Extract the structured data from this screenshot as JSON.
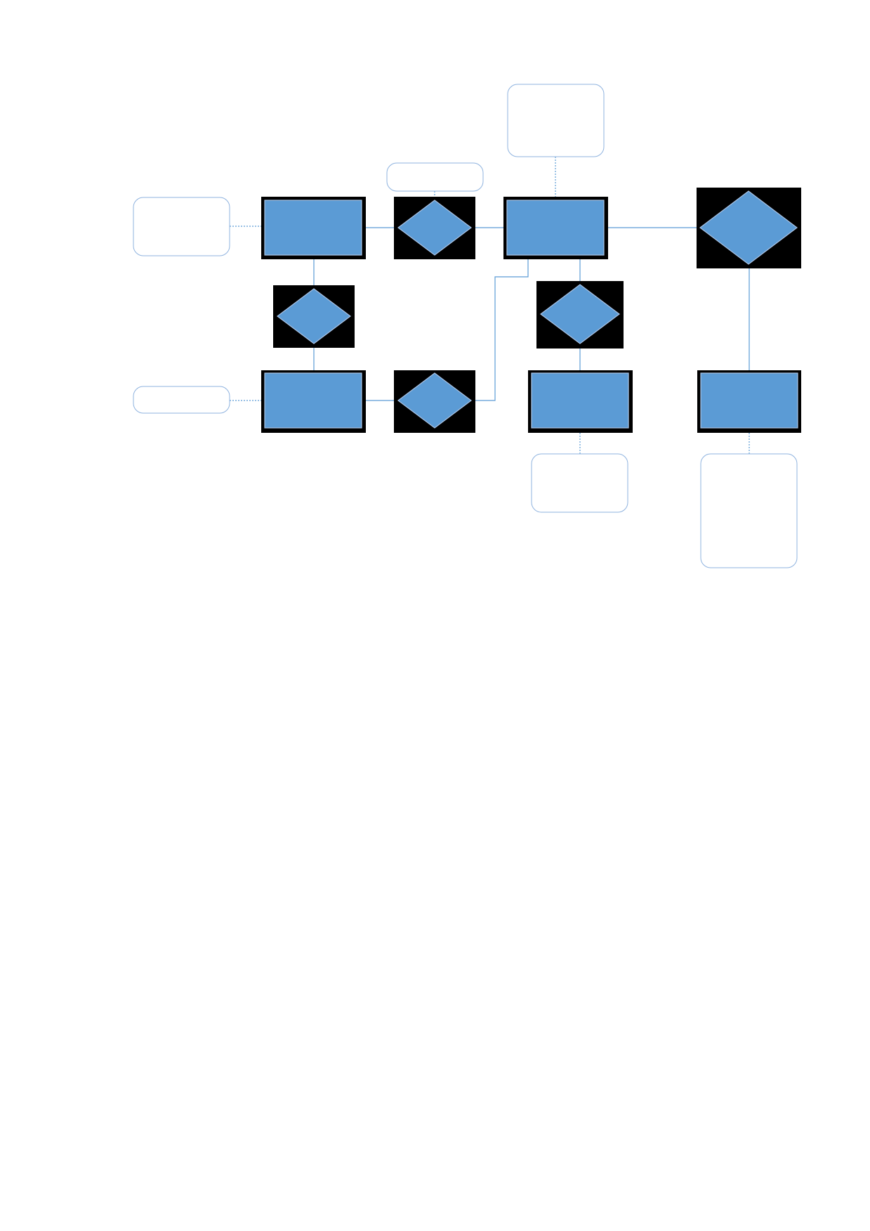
{
  "diagram": {
    "colors": {
      "background": "#ffffff",
      "shape_fill": "#5b9bd5",
      "shape_stroke": "#aac4e6",
      "frame": "#000000",
      "connector": "#5b9bd5",
      "note_stroke": "#8fb3df",
      "note_fill": "#ffffff"
    },
    "nodes": [
      {
        "id": "process-1",
        "shape": "process",
        "label": ""
      },
      {
        "id": "decision-1",
        "shape": "decision",
        "label": ""
      },
      {
        "id": "process-2",
        "shape": "process",
        "label": ""
      },
      {
        "id": "decision-2",
        "shape": "decision",
        "label": ""
      },
      {
        "id": "decision-3",
        "shape": "decision",
        "label": ""
      },
      {
        "id": "process-3",
        "shape": "process",
        "label": ""
      },
      {
        "id": "decision-4",
        "shape": "decision",
        "label": ""
      },
      {
        "id": "decision-5",
        "shape": "decision",
        "label": ""
      },
      {
        "id": "process-4",
        "shape": "process",
        "label": ""
      },
      {
        "id": "process-5",
        "shape": "process",
        "label": ""
      }
    ],
    "notes": [
      {
        "id": "note-1",
        "label": "",
        "attached_to": "process-1"
      },
      {
        "id": "note-2",
        "label": "",
        "attached_to": "process-3"
      },
      {
        "id": "note-3",
        "label": "",
        "attached_to": "decision-1"
      },
      {
        "id": "note-4",
        "label": "",
        "attached_to": "process-2"
      },
      {
        "id": "note-5",
        "label": "",
        "attached_to": "process-4"
      },
      {
        "id": "note-6",
        "label": "",
        "attached_to": "process-5"
      }
    ],
    "edges": [
      {
        "from": "process-1",
        "to": "decision-1",
        "style": "solid"
      },
      {
        "from": "decision-1",
        "to": "process-2",
        "style": "solid"
      },
      {
        "from": "process-2",
        "to": "decision-2",
        "style": "solid"
      },
      {
        "from": "process-1",
        "to": "decision-3",
        "style": "solid"
      },
      {
        "from": "decision-3",
        "to": "process-3",
        "style": "solid"
      },
      {
        "from": "process-3",
        "to": "decision-4",
        "style": "solid"
      },
      {
        "from": "decision-4",
        "to": "process-2",
        "style": "solid"
      },
      {
        "from": "process-2",
        "to": "decision-5",
        "style": "solid"
      },
      {
        "from": "decision-5",
        "to": "process-4",
        "style": "solid"
      },
      {
        "from": "decision-2",
        "to": "process-5",
        "style": "solid"
      },
      {
        "from": "note-1",
        "to": "process-1",
        "style": "dotted"
      },
      {
        "from": "note-2",
        "to": "process-3",
        "style": "dotted"
      },
      {
        "from": "note-3",
        "to": "decision-1",
        "style": "dotted"
      },
      {
        "from": "note-4",
        "to": "process-2",
        "style": "dotted"
      },
      {
        "from": "note-5",
        "to": "process-4",
        "style": "dotted"
      },
      {
        "from": "note-6",
        "to": "process-5",
        "style": "dotted"
      }
    ]
  }
}
